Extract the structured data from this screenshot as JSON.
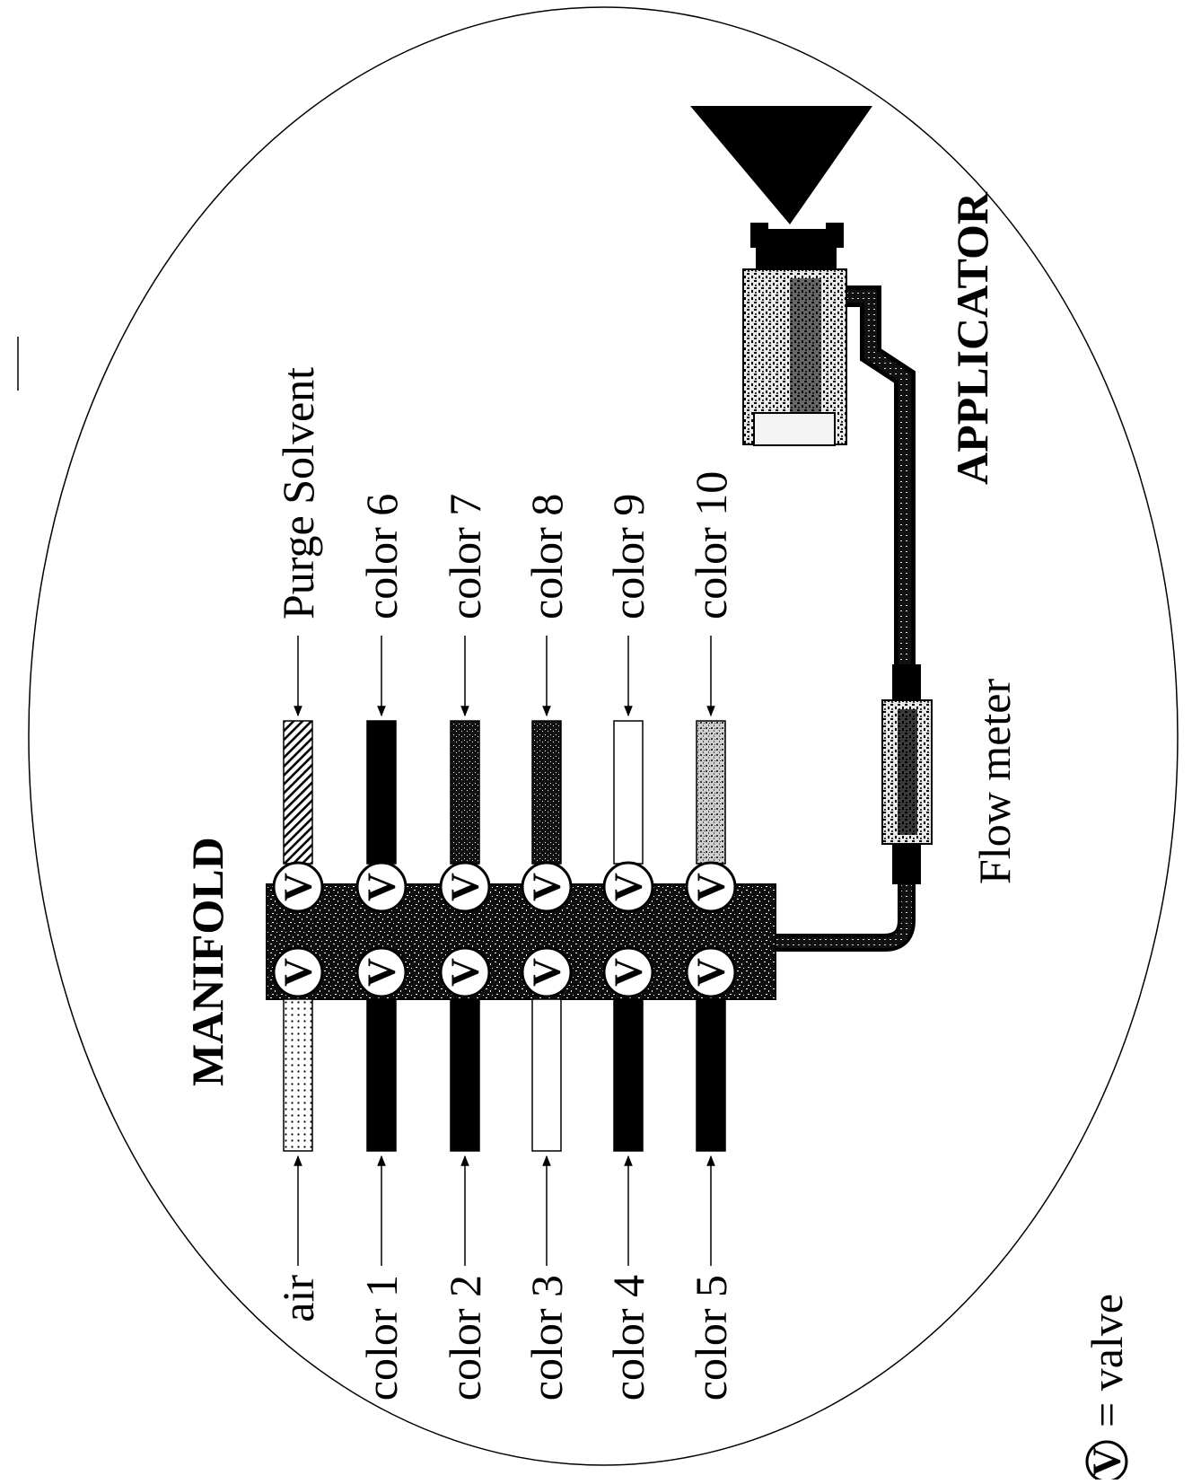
{
  "titles": {
    "manifold": "MANIFOLD",
    "applicator": "APPLICATOR",
    "flow_meter": "Flow meter"
  },
  "legend": {
    "symbol": "V",
    "text": "= valve"
  },
  "left_inputs": [
    {
      "label": "air",
      "fill": "dotted"
    },
    {
      "label": "color 1",
      "fill": "black"
    },
    {
      "label": "color 2",
      "fill": "black"
    },
    {
      "label": "color 3",
      "fill": "white"
    },
    {
      "label": "color 4",
      "fill": "black"
    },
    {
      "label": "color 5",
      "fill": "black"
    }
  ],
  "right_inputs": [
    {
      "label": "Purge Solvent",
      "fill": "hatched"
    },
    {
      "label": "color 6",
      "fill": "black"
    },
    {
      "label": "color 7",
      "fill": "dark-speckle"
    },
    {
      "label": "color 8",
      "fill": "dark-speckle"
    },
    {
      "label": "color 9",
      "fill": "white"
    },
    {
      "label": "color 10",
      "fill": "light-speckle"
    }
  ],
  "valve_symbol": "V",
  "colors": {
    "ink": "#000000",
    "paper": "#ffffff"
  }
}
